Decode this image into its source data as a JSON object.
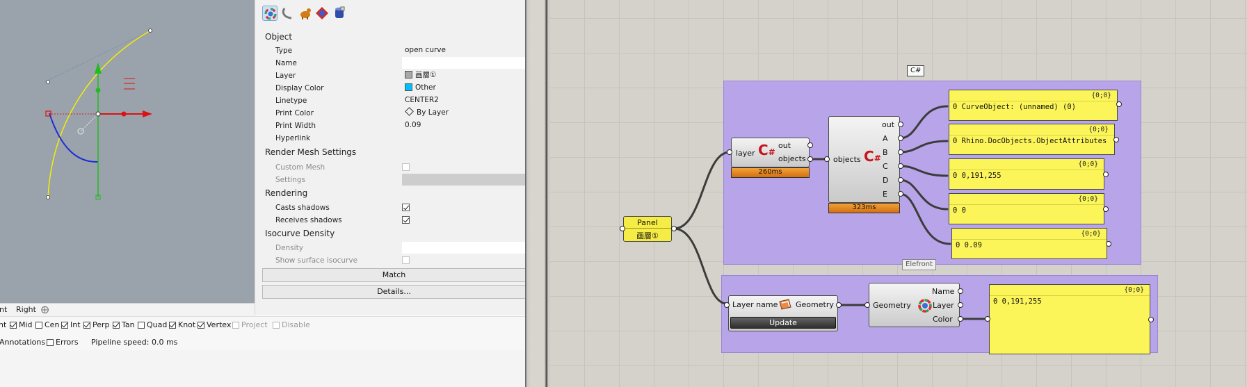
{
  "viewport": {
    "tabs": [
      "nt",
      "Right"
    ],
    "add_tab_icon": "plus-icon"
  },
  "snaps": {
    "items": [
      {
        "label": "nt",
        "checked": true,
        "enabled": true
      },
      {
        "label": "Mid",
        "checked": true,
        "enabled": true
      },
      {
        "label": "Cen",
        "checked": false,
        "enabled": true
      },
      {
        "label": "Int",
        "checked": true,
        "enabled": true
      },
      {
        "label": "Perp",
        "checked": true,
        "enabled": true
      },
      {
        "label": "Tan",
        "checked": true,
        "enabled": true
      },
      {
        "label": "Quad",
        "checked": false,
        "enabled": true
      },
      {
        "label": "Knot",
        "checked": true,
        "enabled": true
      },
      {
        "label": "Vertex",
        "checked": true,
        "enabled": true
      },
      {
        "label": "Project",
        "checked": false,
        "enabled": false
      },
      {
        "label": "Disable",
        "checked": false,
        "enabled": false
      }
    ]
  },
  "statusbar": {
    "annotations": "Annotations",
    "errors": "Errors",
    "pipeline": "Pipeline speed: 0.0 ms"
  },
  "properties": {
    "tab_icons": [
      "color-wheel-icon",
      "curve-icon",
      "animal-icon",
      "gem-icon",
      "database-icon"
    ],
    "object_header": "Object",
    "rows": {
      "type": {
        "label": "Type",
        "value": "open curve"
      },
      "name": {
        "label": "Name",
        "value": ""
      },
      "layer": {
        "label": "Layer",
        "value": "画層①",
        "swatch": "#a8a8a8"
      },
      "display_color": {
        "label": "Display Color",
        "value": "Other",
        "swatch": "#00bfff"
      },
      "linetype": {
        "label": "Linetype",
        "value": "CENTER2"
      },
      "print_color": {
        "label": "Print Color",
        "value": "By Layer"
      },
      "print_width": {
        "label": "Print Width",
        "value": "0.09"
      },
      "hyperlink": {
        "label": "Hyperlink",
        "value": ""
      }
    },
    "render_mesh_header": "Render Mesh Settings",
    "custom_mesh": "Custom Mesh",
    "settings": "Settings",
    "rendering_header": "Rendering",
    "casts_shadows": "Casts shadows",
    "receives_shadows": "Receives shadows",
    "isocurve_header": "Isocurve Density",
    "density": "Density",
    "show_surface_isocurve": "Show surface isocurve",
    "match_button": "Match",
    "details_button": "Details..."
  },
  "grasshopper": {
    "group_top_label": "C#",
    "group_bottom_label": "Elefront",
    "panel_component": {
      "title": "Panel",
      "value": "画層①"
    },
    "csharp1": {
      "input": "layer",
      "outputs": [
        "out",
        "objects"
      ],
      "time": "260ms"
    },
    "csharp2": {
      "input": "objects",
      "outputs": [
        "out",
        "A",
        "B",
        "C",
        "D",
        "E"
      ],
      "time": "323ms"
    },
    "output_panels": [
      {
        "header": "{0;0}",
        "index": "0",
        "text": "CurveObject: (unnamed) (0)"
      },
      {
        "header": "{0;0}",
        "index": "0",
        "text": "Rhino.DocObjects.ObjectAttributes"
      },
      {
        "header": "{0;0}",
        "index": "0",
        "text": "0,191,255"
      },
      {
        "header": "{0;0}",
        "index": "0",
        "text": "0"
      },
      {
        "header": "{0;0}",
        "index": "0",
        "text": "0.09"
      }
    ],
    "elefront_ref": {
      "input": "Layer name",
      "output": "Geometry",
      "button": "Update"
    },
    "layer_attr": {
      "input": "Geometry",
      "outputs": [
        "Name",
        "Layer",
        "Color"
      ]
    },
    "color_panel": {
      "header": "{0;0}",
      "index": "0",
      "text": "0,191,255"
    }
  }
}
